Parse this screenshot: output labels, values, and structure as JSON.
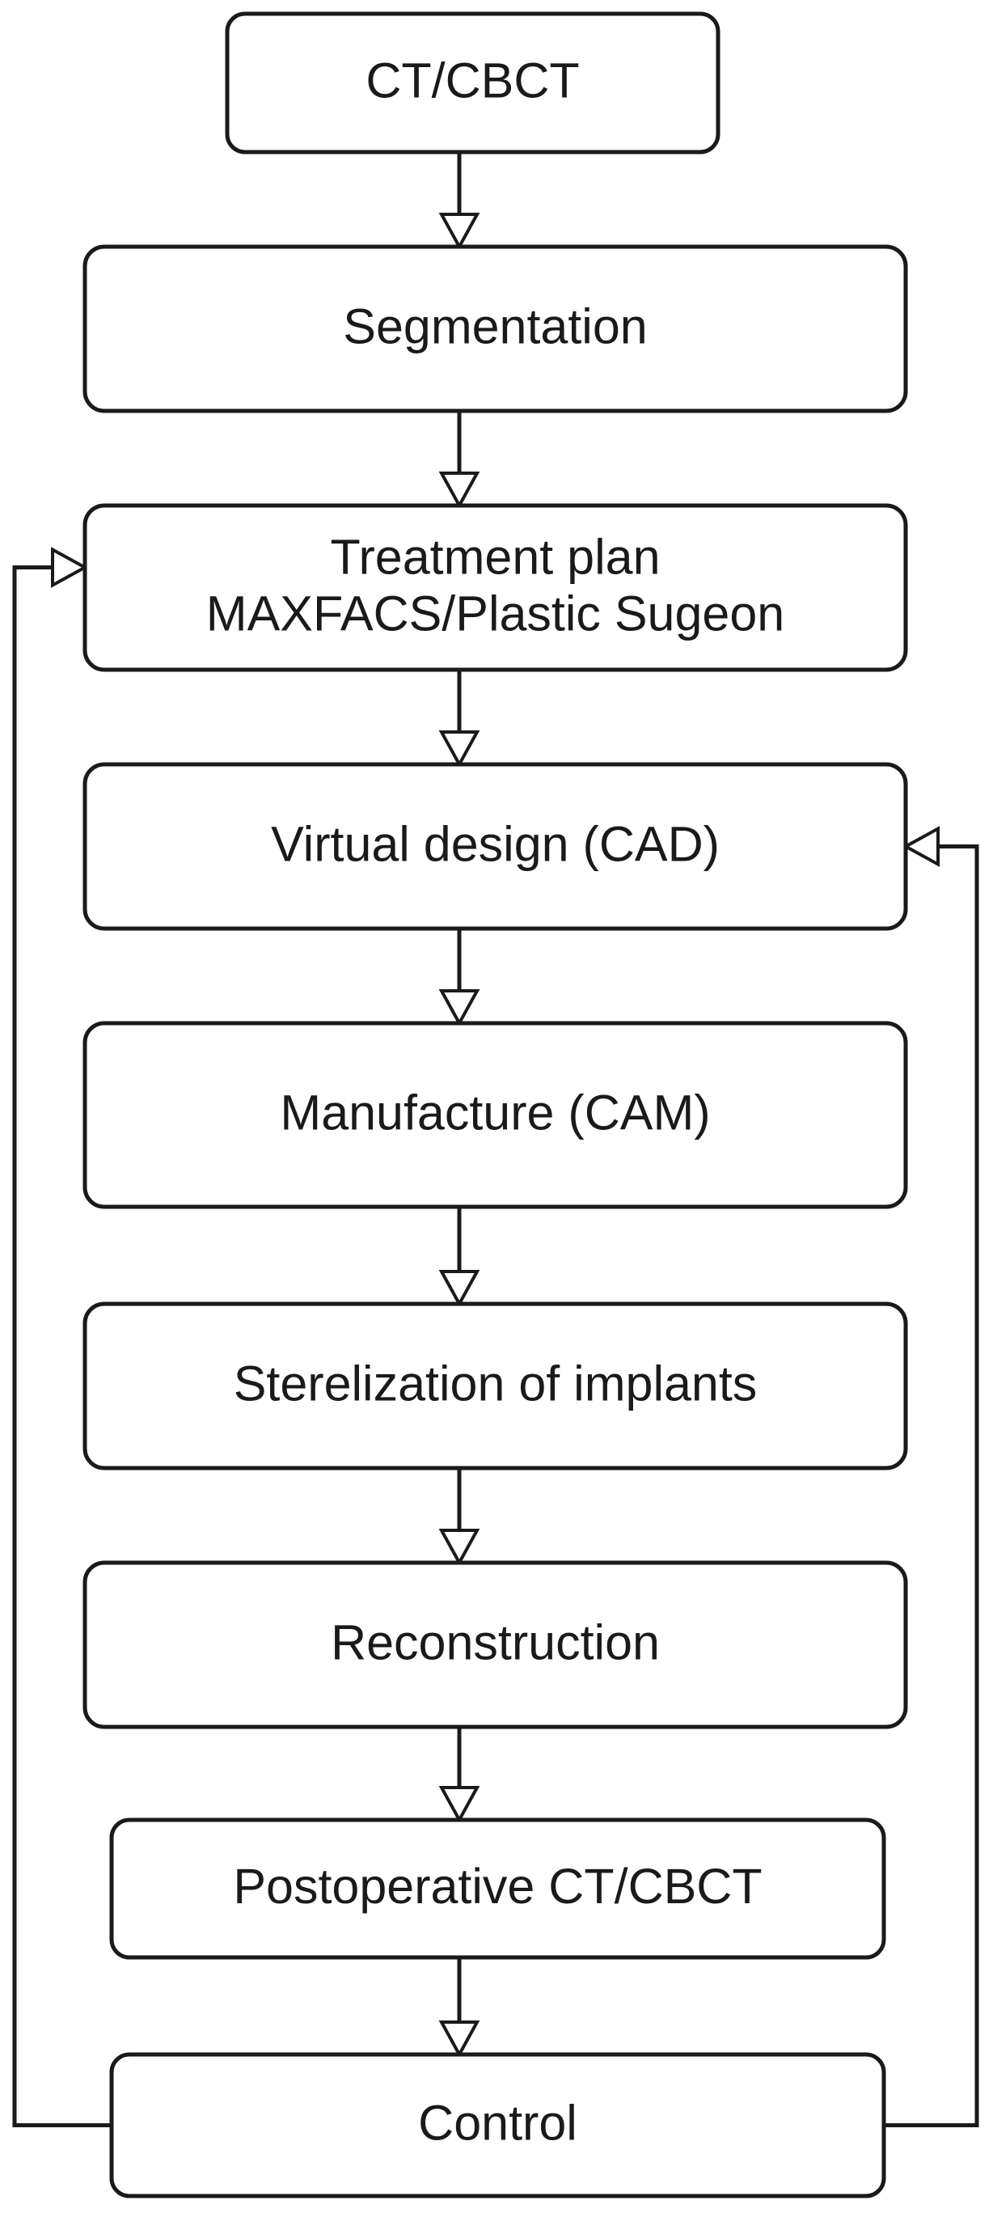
{
  "diagram": {
    "nodes": [
      {
        "id": "ct-cbct",
        "lines": [
          "CT/CBCT"
        ]
      },
      {
        "id": "segmentation",
        "lines": [
          "Segmentation"
        ]
      },
      {
        "id": "treatment-plan",
        "lines": [
          "Treatment plan",
          "MAXFACS/Plastic Sugeon"
        ]
      },
      {
        "id": "virtual-design",
        "lines": [
          "Virtual design (CAD)"
        ]
      },
      {
        "id": "manufacture",
        "lines": [
          "Manufacture (CAM)"
        ]
      },
      {
        "id": "sterelization",
        "lines": [
          "Sterelization of implants"
        ]
      },
      {
        "id": "reconstruction",
        "lines": [
          "Reconstruction"
        ]
      },
      {
        "id": "postoperative-ct",
        "lines": [
          "Postoperative CT/CBCT"
        ]
      },
      {
        "id": "control",
        "lines": [
          "Control"
        ]
      }
    ],
    "edges": [
      {
        "from": "ct-cbct",
        "to": "segmentation"
      },
      {
        "from": "segmentation",
        "to": "treatment-plan"
      },
      {
        "from": "treatment-plan",
        "to": "virtual-design"
      },
      {
        "from": "virtual-design",
        "to": "manufacture"
      },
      {
        "from": "manufacture",
        "to": "sterelization"
      },
      {
        "from": "sterelization",
        "to": "reconstruction"
      },
      {
        "from": "reconstruction",
        "to": "postoperative-ct"
      },
      {
        "from": "postoperative-ct",
        "to": "control"
      },
      {
        "from": "control",
        "to": "treatment-plan",
        "route": "left-loop"
      },
      {
        "from": "control",
        "to": "virtual-design",
        "route": "right-loop"
      }
    ]
  }
}
